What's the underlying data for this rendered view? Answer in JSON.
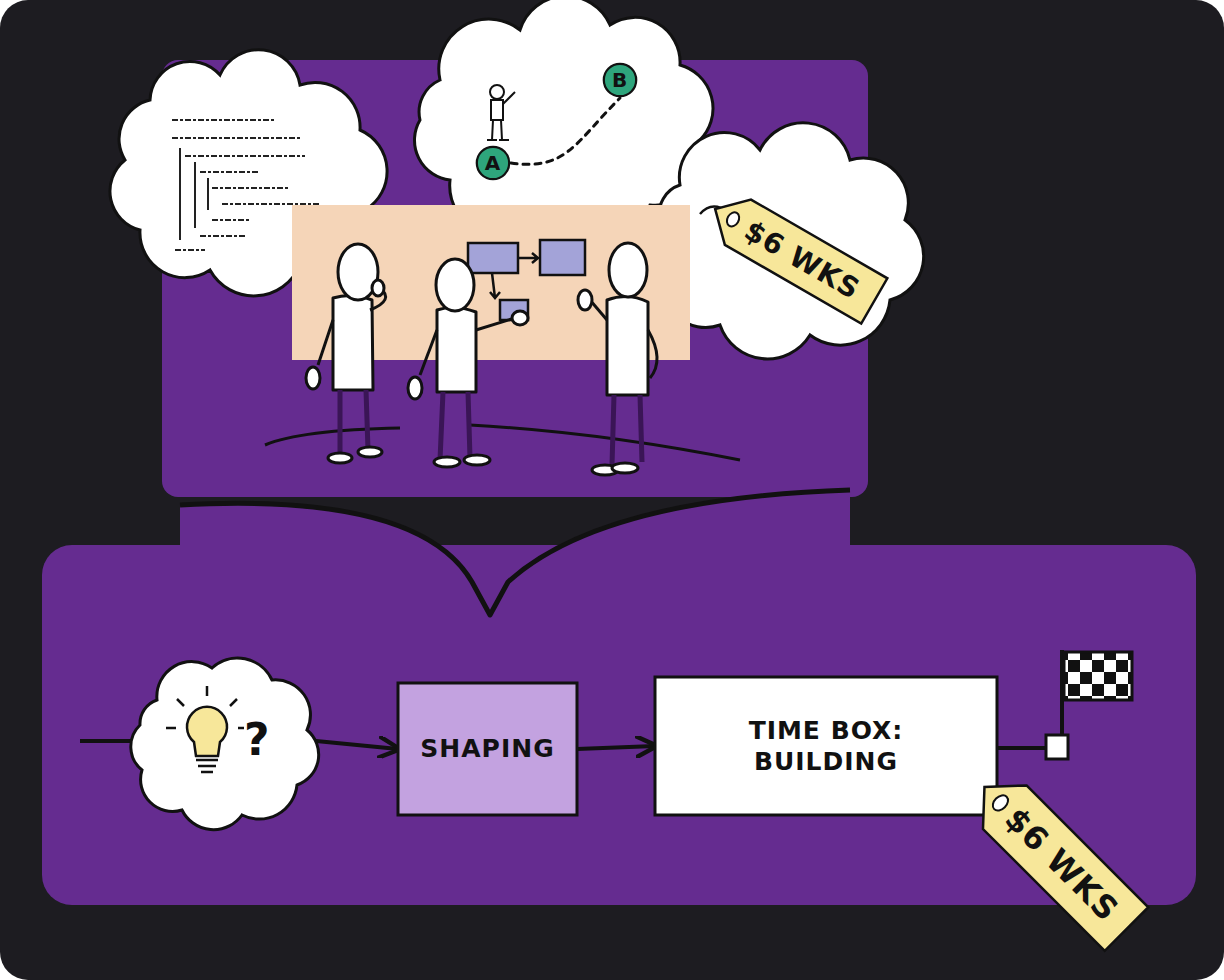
{
  "diagram": {
    "nodes": [
      {
        "text": [
          "B"
        ]
      },
      {
        "text": [
          "A"
        ]
      },
      {
        "text": [
          "$6 WKS"
        ]
      },
      {
        "text": [
          "?"
        ]
      },
      {
        "text": [
          "SHAPING"
        ]
      },
      {
        "text": [
          "TIME BOX: BUILDING"
        ]
      },
      {
        "text": [
          "$6 WKS"
        ]
      }
    ],
    "edges": [
      {
        "from": 1,
        "to": 0,
        "arrow": "none"
      },
      {
        "from": 3,
        "to": 4,
        "arrow": "to"
      },
      {
        "from": 4,
        "to": 5,
        "arrow": "to"
      }
    ]
  }
}
